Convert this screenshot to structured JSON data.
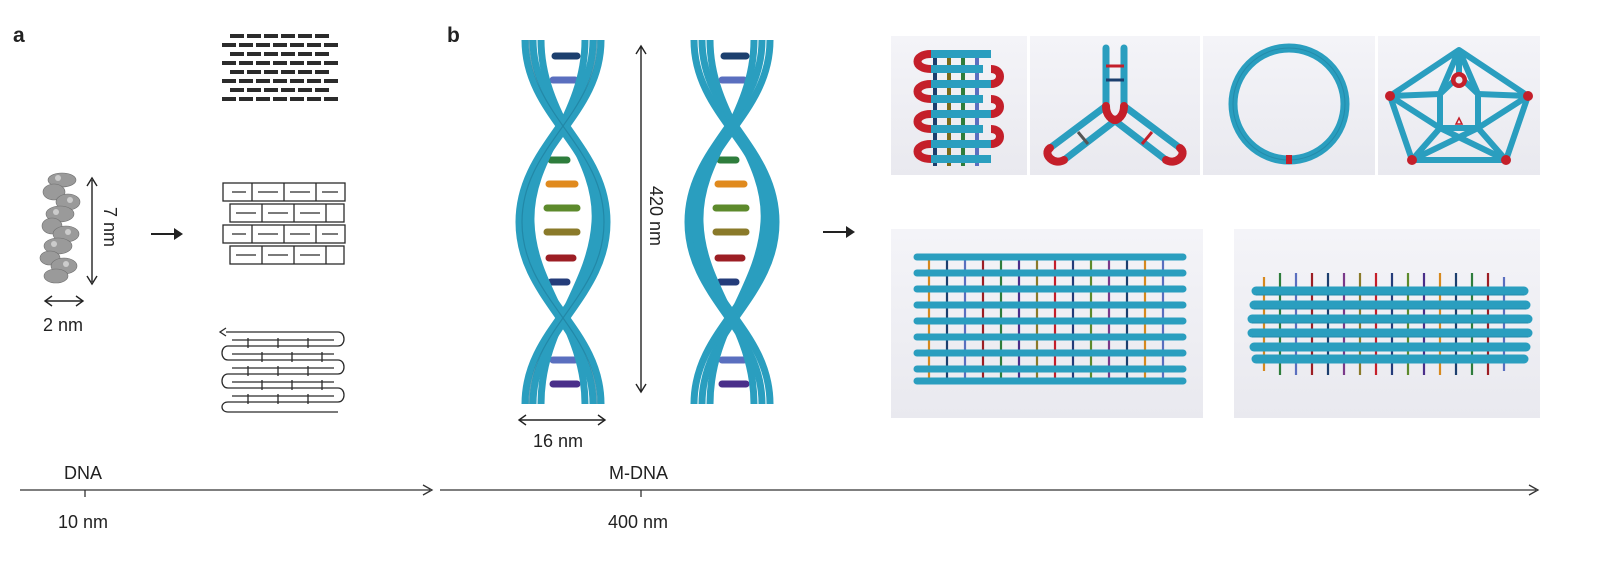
{
  "panels": {
    "a": {
      "letter": "a",
      "height_label": "7 nm",
      "width_label": "2 nm"
    },
    "b": {
      "letter": "b",
      "height_label": "420 nm",
      "width_label": "16 nm"
    }
  },
  "scale_bar": {
    "dna": {
      "label": "DNA",
      "tick_label": "10 nm"
    },
    "mdna": {
      "label": "M-DNA",
      "tick_label": "400 nm"
    }
  },
  "colors": {
    "helix": "#2a9ebf",
    "helix_dark": "#1f7f9e",
    "red_joint": "#c41f2a",
    "line": "#333333",
    "tile_bg": "#ececf1"
  }
}
